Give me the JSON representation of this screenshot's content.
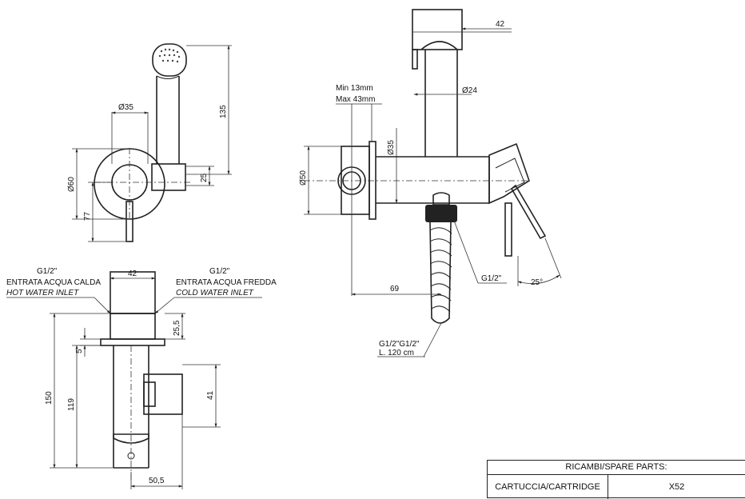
{
  "dims": {
    "d35_top": "Ø35",
    "d135": "135",
    "d60": "Ø60",
    "d25": "25",
    "d77": "77",
    "d42_top": "42",
    "d24": "Ø24",
    "d35_side": "Ø35",
    "d50": "Ø50",
    "min": "Min 13mm",
    "max": "Max 43mm",
    "d69": "69",
    "g12_main": "G1/2\"",
    "angle": "25°",
    "hose_fit": "G1/2\"G1/2\"",
    "hose_len": "L. 120 cm",
    "d42_bot": "42",
    "d25_5": "25,5",
    "d5": "5",
    "d150": "150",
    "d119": "119",
    "d41": "41",
    "d50_5": "50,5"
  },
  "inlets": {
    "hot_size": "G1/2\"",
    "hot_it": "ENTRATA ACQUA CALDA",
    "hot_en": "HOT WATER INLET",
    "cold_size": "G1/2\"",
    "cold_it": "ENTRATA ACQUA FREDDA",
    "cold_en": "COLD WATER INLET",
    "hot_color": "#e00000",
    "cold_color": "#1a1adc"
  },
  "parts": {
    "header": "RICAMBI/SPARE PARTS:",
    "rows": [
      {
        "name": "CARTUCCIA/CARTRIDGE",
        "code": "X52"
      }
    ]
  }
}
